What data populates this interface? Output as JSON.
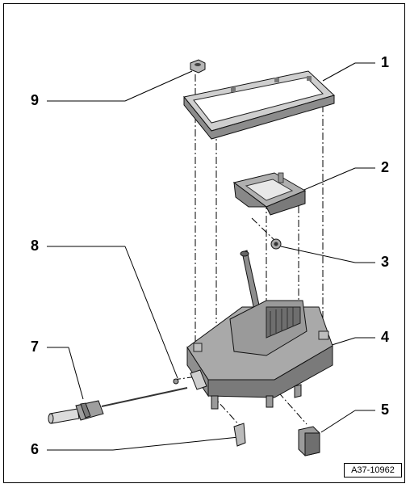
{
  "callouts": {
    "c1": "1",
    "c2": "2",
    "c3": "3",
    "c4": "4",
    "c5": "5",
    "c6": "6",
    "c7": "7",
    "c8": "8",
    "c9": "9"
  },
  "figure_ref": "A37-10962"
}
